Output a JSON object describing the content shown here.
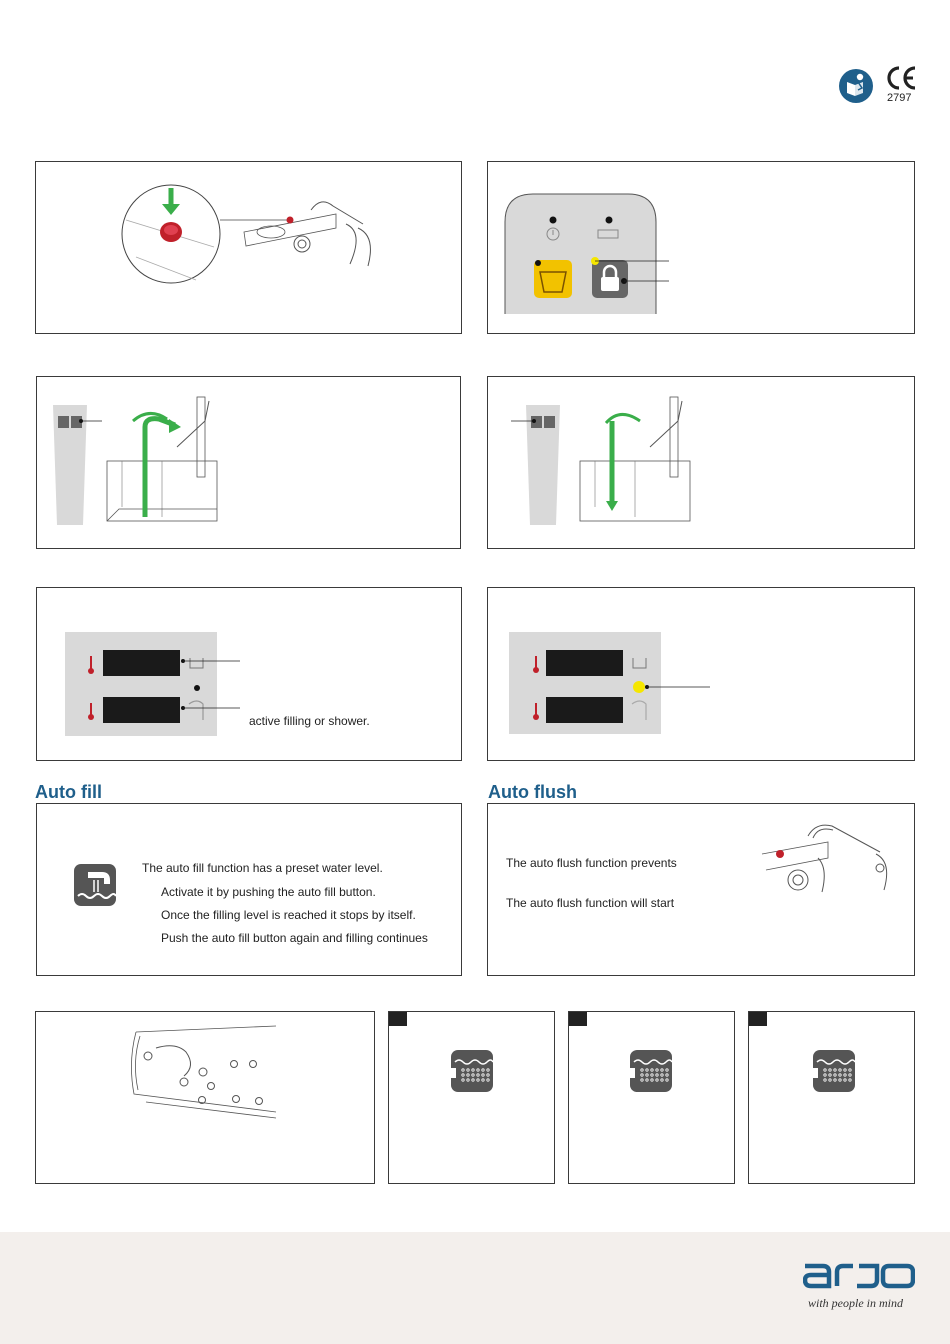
{
  "header": {
    "ifu_icon": "read-instructions-icon",
    "ce_mark": "CE",
    "ce_number": "2797"
  },
  "sections": {
    "auto_fill": {
      "title": "Auto fill",
      "lines": [
        "The auto fill function has a preset water level.",
        "Activate it by pushing the auto fill button.",
        "Once the filling level is reached it stops by itself.",
        "Push the auto fill button again and filling continues"
      ]
    },
    "auto_flush": {
      "title": "Auto flush",
      "lines": [
        "The auto flush function prevents",
        "The auto flush function will start"
      ]
    },
    "display_note": "active filling or shower."
  },
  "brand": {
    "logo": "arjo",
    "tagline": "with people in mind",
    "color": "#1f5f8b"
  },
  "colors": {
    "green_arrow": "#3aae4a",
    "stop_button": "#c0202a",
    "shower_button": "#f2c200",
    "indicator_yellow": "#f5e600",
    "panel_gray": "#d9d9d9"
  }
}
